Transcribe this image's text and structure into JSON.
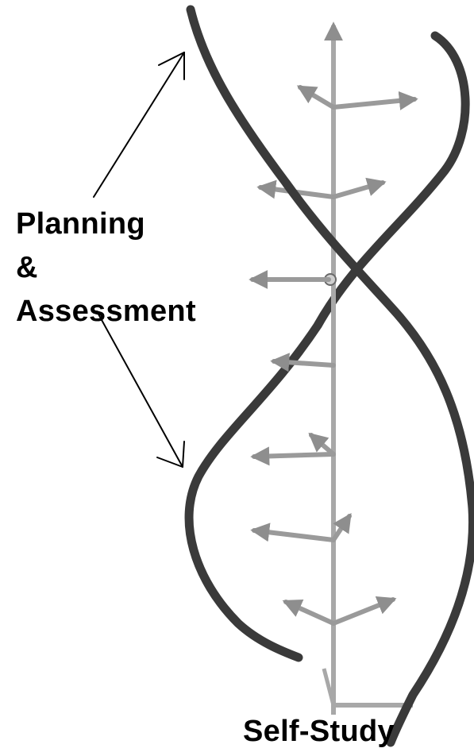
{
  "labels": {
    "planning": "Planning",
    "ampersand": "&",
    "assessment": "Assessment",
    "self_study": "Self-Study"
  },
  "colors": {
    "background": "#ffffff",
    "strand": "#3a3a3a",
    "axis": "#a8a8a8",
    "branch": "#9a9a9a",
    "arrow": "#000000",
    "text": "#000000"
  }
}
